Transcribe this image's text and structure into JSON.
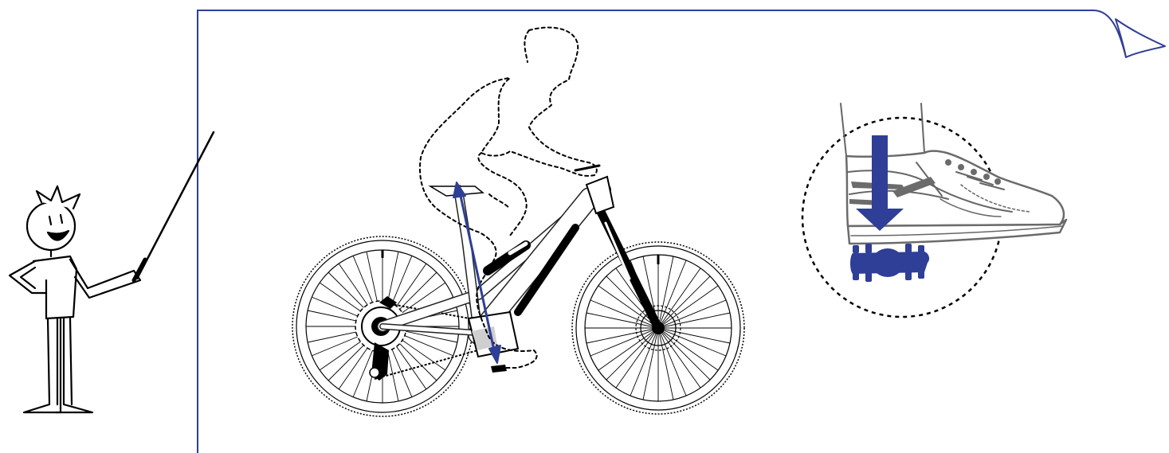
{
  "colors": {
    "frame": "#2f3e96",
    "accent_arrow": "#2f3e96",
    "pedal": "#2f3e96",
    "ink": "#000000",
    "shoe_grey": "#6b6b6b"
  },
  "icons": {
    "presenter": "cartoon-presenter-with-pointer",
    "page_curl": "page-curl-corner",
    "bike": "e-mtb-full-suspension",
    "rider": "dashed-rider-silhouette",
    "leg_arrow": "double-headed-arrow",
    "shoe": "sneaker",
    "pedal": "flat-pedal",
    "press_arrow": "downward-arrow",
    "detail_circle": "dashed-circle-callout"
  }
}
